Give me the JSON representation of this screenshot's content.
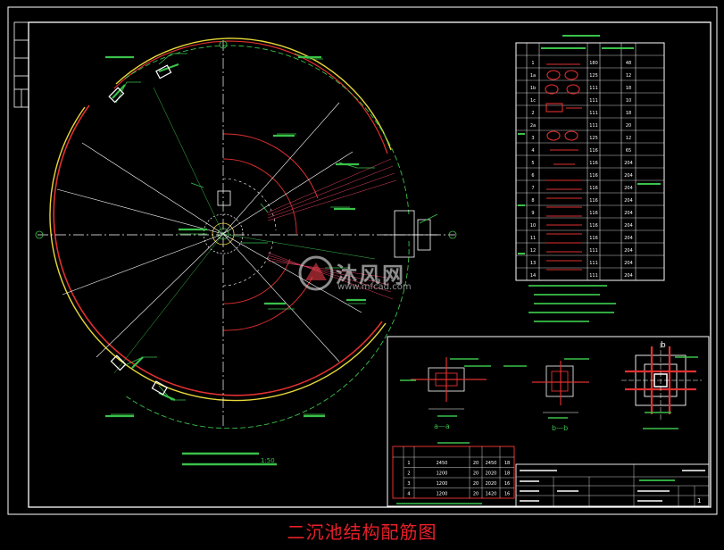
{
  "caption": "二沉池结构配筋图",
  "watermark": {
    "name": "沐风网",
    "url": "www.mfcad.com"
  },
  "plan": {
    "scale": "1:50"
  },
  "table": {
    "mark_col": [
      "1",
      "1a",
      "1b",
      "1c",
      "2",
      "2a",
      "3",
      "4",
      "5",
      "6",
      "7",
      "8",
      "9",
      "10",
      "11",
      "12",
      "13",
      "14"
    ],
    "dia_col": [
      "180",
      "125",
      "111",
      "111",
      "111",
      "111",
      "125",
      "116",
      "116",
      "116",
      "116",
      "116",
      "116",
      "116",
      "116",
      "111",
      "111",
      "111"
    ],
    "count_col": [
      "48",
      "12",
      "18",
      "10",
      "18",
      "20",
      "12",
      "65",
      "204",
      "204",
      "204",
      "204",
      "204",
      "204",
      "204",
      "204",
      "204",
      "204"
    ]
  },
  "small_table": {
    "rows": [
      [
        "1",
        "2450",
        "20",
        "2450",
        "18"
      ],
      [
        "2",
        "1200",
        "20",
        "2020",
        "18"
      ],
      [
        "3",
        "1200",
        "20",
        "2020",
        "16"
      ],
      [
        "4",
        "1200",
        "20",
        "1420",
        "16"
      ]
    ]
  },
  "details": {
    "a": "a—a",
    "b": "b—b",
    "b_mark": "b"
  },
  "title_block": {
    "no": "1"
  }
}
